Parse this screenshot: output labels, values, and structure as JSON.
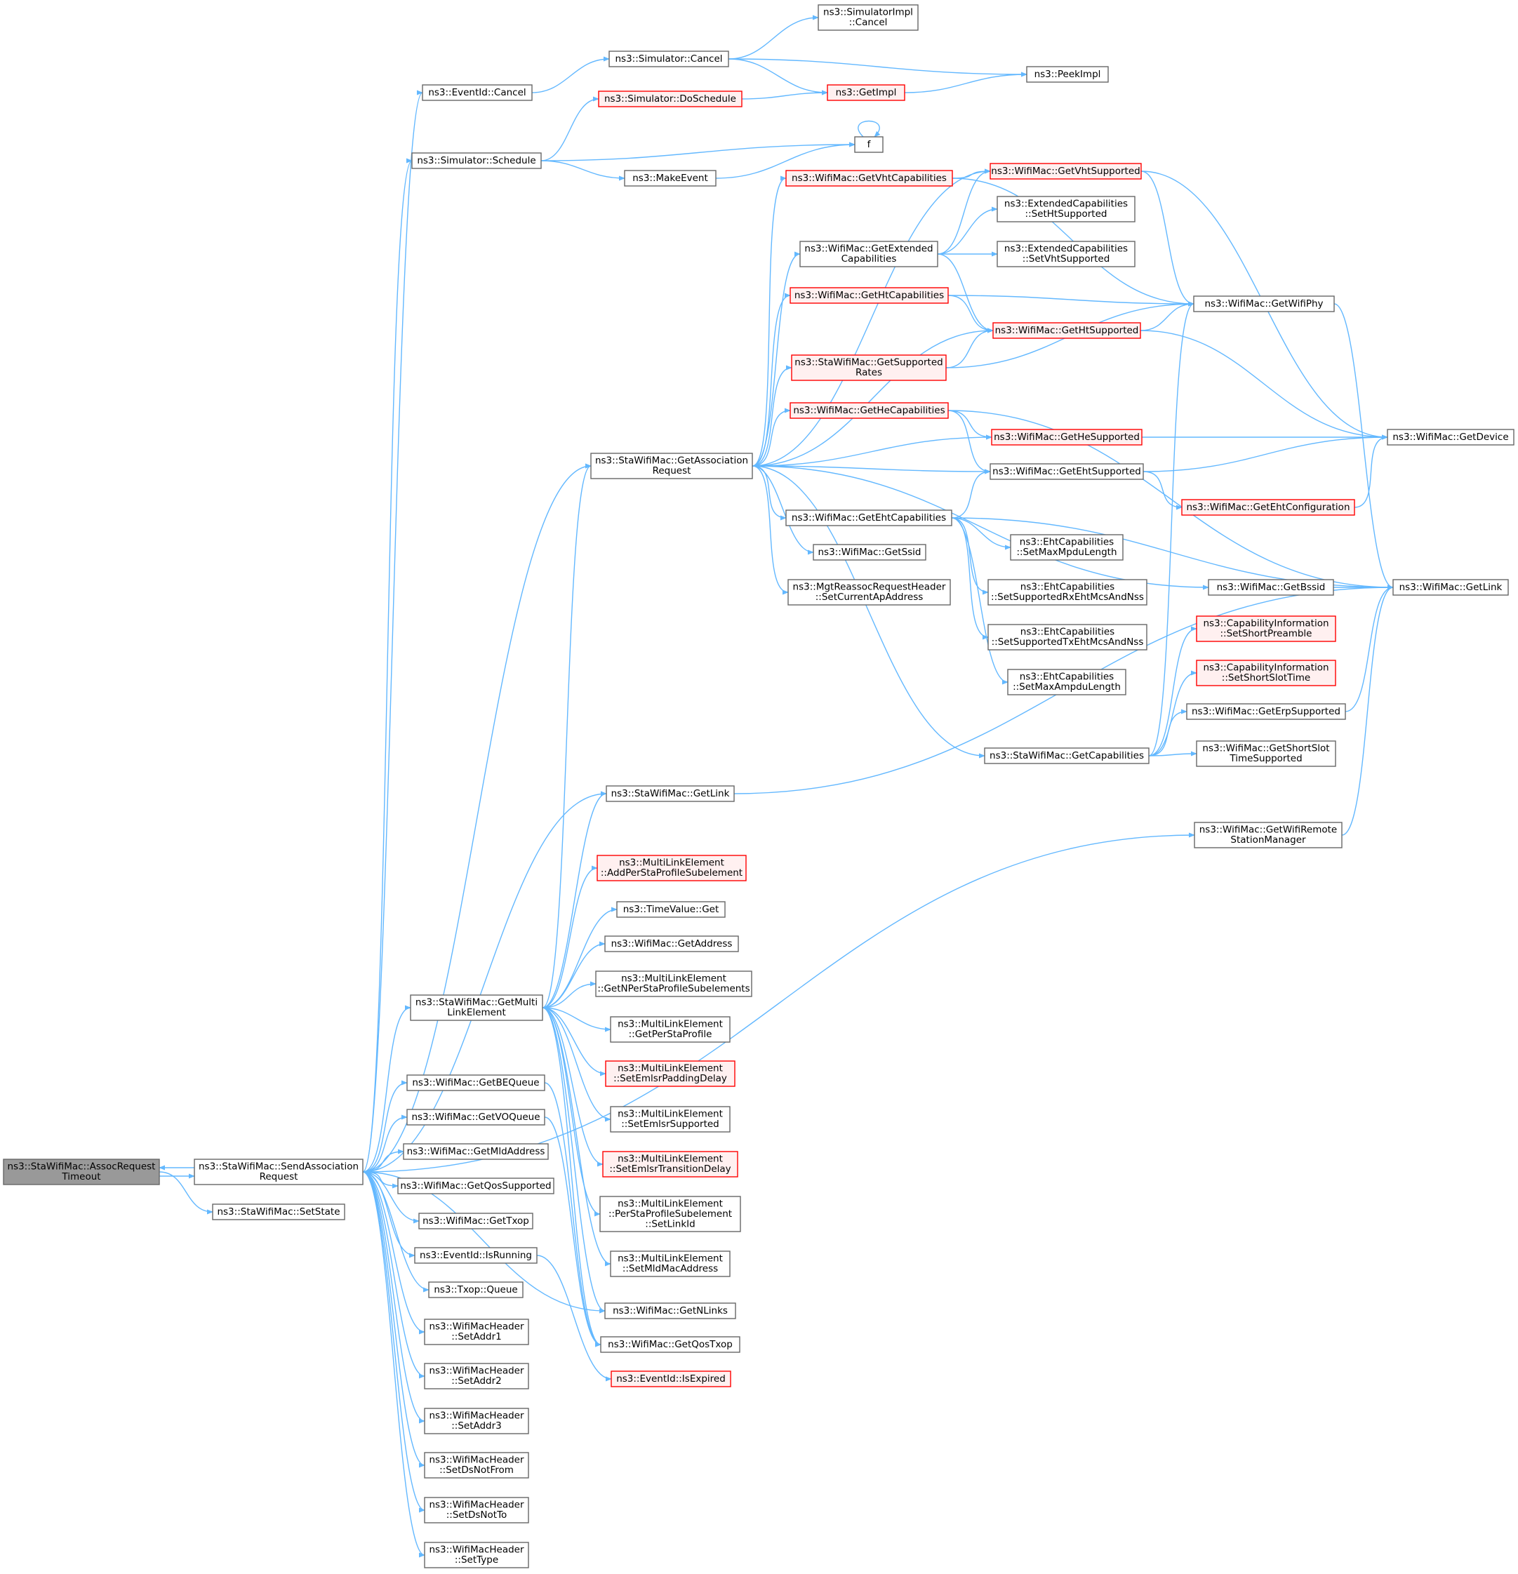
{
  "colors": {
    "edge": "#63b8ff",
    "normal_border": "#666666",
    "normal_fill": "#ffffff",
    "incomplete_border": "#ff0000",
    "incomplete_fill": "#fff0f0",
    "root_fill": "#999999",
    "root_border": "#666666"
  },
  "nodes": {
    "assoc_timeout": {
      "lines": [
        "ns3::StaWifiMac::AssocRequest",
        "Timeout"
      ],
      "style": "root"
    },
    "send_assoc": {
      "lines": [
        "ns3::StaWifiMac::SendAssociation",
        "Request"
      ],
      "style": "normal"
    },
    "set_state": {
      "lines": [
        "ns3::StaWifiMac::SetState"
      ],
      "style": "normal"
    },
    "eventid_cancel": {
      "lines": [
        "ns3::EventId::Cancel"
      ],
      "style": "normal"
    },
    "sim_cancel": {
      "lines": [
        "ns3::Simulator::Cancel"
      ],
      "style": "normal"
    },
    "simimpl_cancel": {
      "lines": [
        "ns3::SimulatorImpl",
        "::Cancel"
      ],
      "style": "normal"
    },
    "peekimpl": {
      "lines": [
        "ns3::PeekImpl"
      ],
      "style": "normal"
    },
    "getimpl": {
      "lines": [
        "ns3::GetImpl"
      ],
      "style": "red"
    },
    "sim_doschedule": {
      "lines": [
        "ns3::Simulator::DoSchedule"
      ],
      "style": "red"
    },
    "sim_schedule": {
      "lines": [
        "ns3::Simulator::Schedule"
      ],
      "style": "normal"
    },
    "f": {
      "lines": [
        "f"
      ],
      "style": "normal"
    },
    "makeevent": {
      "lines": [
        "ns3::MakeEvent"
      ],
      "style": "normal"
    },
    "get_vht_caps": {
      "lines": [
        "ns3::WifiMac::GetVhtCapabilities"
      ],
      "style": "red"
    },
    "get_vht_supp": {
      "lines": [
        "ns3::WifiMac::GetVhtSupported"
      ],
      "style": "red"
    },
    "ext_set_ht": {
      "lines": [
        "ns3::ExtendedCapabilities",
        "::SetHtSupported"
      ],
      "style": "normal"
    },
    "ext_set_vht": {
      "lines": [
        "ns3::ExtendedCapabilities",
        "::SetVhtSupported"
      ],
      "style": "normal"
    },
    "get_ext_caps": {
      "lines": [
        "ns3::WifiMac::GetExtended",
        "Capabilities"
      ],
      "style": "normal"
    },
    "get_ht_caps": {
      "lines": [
        "ns3::WifiMac::GetHtCapabilities"
      ],
      "style": "red"
    },
    "get_wifiphy": {
      "lines": [
        "ns3::WifiMac::GetWifiPhy"
      ],
      "style": "normal"
    },
    "get_ht_supp": {
      "lines": [
        "ns3::WifiMac::GetHtSupported"
      ],
      "style": "red"
    },
    "get_supp_rates": {
      "lines": [
        "ns3::StaWifiMac::GetSupported",
        "Rates"
      ],
      "style": "red"
    },
    "get_he_caps": {
      "lines": [
        "ns3::WifiMac::GetHeCapabilities"
      ],
      "style": "red"
    },
    "get_he_supp": {
      "lines": [
        "ns3::WifiMac::GetHeSupported"
      ],
      "style": "red"
    },
    "get_device": {
      "lines": [
        "ns3::WifiMac::GetDevice"
      ],
      "style": "normal"
    },
    "get_assoc_req": {
      "lines": [
        "ns3::StaWifiMac::GetAssociation",
        "Request"
      ],
      "style": "normal"
    },
    "get_eht_supp": {
      "lines": [
        "ns3::WifiMac::GetEhtSupported"
      ],
      "style": "normal"
    },
    "get_eht_conf": {
      "lines": [
        "ns3::WifiMac::GetEhtConfiguration"
      ],
      "style": "red"
    },
    "get_eht_caps": {
      "lines": [
        "ns3::WifiMac::GetEhtCapabilities"
      ],
      "style": "normal"
    },
    "eht_set_maxmpdu": {
      "lines": [
        "ns3::EhtCapabilities",
        "::SetMaxMpduLength"
      ],
      "style": "normal"
    },
    "get_ssid": {
      "lines": [
        "ns3::WifiMac::GetSsid"
      ],
      "style": "normal"
    },
    "eht_set_rx": {
      "lines": [
        "ns3::EhtCapabilities",
        "::SetSupportedRxEhtMcsAndNss"
      ],
      "style": "normal"
    },
    "mgt_reassoc": {
      "lines": [
        "ns3::MgtReassocRequestHeader",
        "::SetCurrentApAddress"
      ],
      "style": "normal"
    },
    "get_bssid": {
      "lines": [
        "ns3::WifiMac::GetBssid"
      ],
      "style": "normal"
    },
    "wifimac_getlink": {
      "lines": [
        "ns3::WifiMac::GetLink"
      ],
      "style": "normal"
    },
    "eht_set_tx": {
      "lines": [
        "ns3::EhtCapabilities",
        "::SetSupportedTxEhtMcsAndNss"
      ],
      "style": "normal"
    },
    "cap_set_shortpre": {
      "lines": [
        "ns3::CapabilityInformation",
        "::SetShortPreamble"
      ],
      "style": "red"
    },
    "eht_set_maxampdu": {
      "lines": [
        "ns3::EhtCapabilities",
        "::SetMaxAmpduLength"
      ],
      "style": "normal"
    },
    "cap_set_shortslot": {
      "lines": [
        "ns3::CapabilityInformation",
        "::SetShortSlotTime"
      ],
      "style": "red"
    },
    "get_erp_supp": {
      "lines": [
        "ns3::WifiMac::GetErpSupported"
      ],
      "style": "normal"
    },
    "get_capabilities": {
      "lines": [
        "ns3::StaWifiMac::GetCapabilities"
      ],
      "style": "normal"
    },
    "get_shortslot_supp": {
      "lines": [
        "ns3::WifiMac::GetShortSlot",
        "TimeSupported"
      ],
      "style": "normal"
    },
    "sta_getlink": {
      "lines": [
        "ns3::StaWifiMac::GetLink"
      ],
      "style": "normal"
    },
    "get_remote_sm": {
      "lines": [
        "ns3::WifiMac::GetWifiRemote",
        "StationManager"
      ],
      "style": "normal"
    },
    "ml_add_persta": {
      "lines": [
        "ns3::MultiLinkElement",
        "::AddPerStaProfileSubelement"
      ],
      "style": "red"
    },
    "timevalue_get": {
      "lines": [
        "ns3::TimeValue::Get"
      ],
      "style": "normal"
    },
    "get_address": {
      "lines": [
        "ns3::WifiMac::GetAddress"
      ],
      "style": "normal"
    },
    "ml_get_n_persta": {
      "lines": [
        "ns3::MultiLinkElement",
        "::GetNPerStaProfileSubelements"
      ],
      "style": "normal"
    },
    "get_multilink": {
      "lines": [
        "ns3::StaWifiMac::GetMulti",
        "LinkElement"
      ],
      "style": "normal"
    },
    "ml_get_persta": {
      "lines": [
        "ns3::MultiLinkElement",
        "::GetPerStaProfile"
      ],
      "style": "normal"
    },
    "ml_set_emlsr_pad": {
      "lines": [
        "ns3::MultiLinkElement",
        "::SetEmlsrPaddingDelay"
      ],
      "style": "red"
    },
    "get_be_queue": {
      "lines": [
        "ns3::WifiMac::GetBEQueue"
      ],
      "style": "normal"
    },
    "get_vo_queue": {
      "lines": [
        "ns3::WifiMac::GetVOQueue"
      ],
      "style": "normal"
    },
    "ml_set_emlsr_supp": {
      "lines": [
        "ns3::MultiLinkElement",
        "::SetEmlsrSupported"
      ],
      "style": "normal"
    },
    "get_mld_address": {
      "lines": [
        "ns3::WifiMac::GetMldAddress"
      ],
      "style": "normal"
    },
    "ml_set_emlsr_trans": {
      "lines": [
        "ns3::MultiLinkElement",
        "::SetEmlsrTransitionDelay"
      ],
      "style": "red"
    },
    "get_qos_supp": {
      "lines": [
        "ns3::WifiMac::GetQosSupported"
      ],
      "style": "normal"
    },
    "ml_persta_setlinkid": {
      "lines": [
        "ns3::MultiLinkElement",
        "::PerStaProfileSubelement",
        "::SetLinkId"
      ],
      "style": "normal"
    },
    "get_txop": {
      "lines": [
        "ns3::WifiMac::GetTxop"
      ],
      "style": "normal"
    },
    "eventid_isrunning": {
      "lines": [
        "ns3::EventId::IsRunning"
      ],
      "style": "normal"
    },
    "ml_set_mld_mac": {
      "lines": [
        "ns3::MultiLinkElement",
        "::SetMldMacAddress"
      ],
      "style": "normal"
    },
    "txop_queue": {
      "lines": [
        "ns3::Txop::Queue"
      ],
      "style": "normal"
    },
    "get_n_links": {
      "lines": [
        "ns3::WifiMac::GetNLinks"
      ],
      "style": "normal"
    },
    "hdr_set_addr1": {
      "lines": [
        "ns3::WifiMacHeader",
        "::SetAddr1"
      ],
      "style": "normal"
    },
    "get_qos_txop": {
      "lines": [
        "ns3::WifiMac::GetQosTxop"
      ],
      "style": "normal"
    },
    "eventid_isexpired": {
      "lines": [
        "ns3::EventId::IsExpired"
      ],
      "style": "red"
    },
    "hdr_set_addr2": {
      "lines": [
        "ns3::WifiMacHeader",
        "::SetAddr2"
      ],
      "style": "normal"
    },
    "hdr_set_addr3": {
      "lines": [
        "ns3::WifiMacHeader",
        "::SetAddr3"
      ],
      "style": "normal"
    },
    "hdr_set_dsnotfrom": {
      "lines": [
        "ns3::WifiMacHeader",
        "::SetDsNotFrom"
      ],
      "style": "normal"
    },
    "hdr_set_dsnotto": {
      "lines": [
        "ns3::WifiMacHeader",
        "::SetDsNotTo"
      ],
      "style": "normal"
    },
    "hdr_set_type": {
      "lines": [
        "ns3::WifiMacHeader",
        "::SetType"
      ],
      "style": "normal"
    }
  },
  "edges": [
    [
      "assoc_timeout",
      "send_assoc"
    ],
    [
      "send_assoc",
      "assoc_timeout"
    ],
    [
      "assoc_timeout",
      "set_state"
    ],
    [
      "send_assoc",
      "eventid_cancel"
    ],
    [
      "send_assoc",
      "sim_schedule"
    ],
    [
      "send_assoc",
      "get_assoc_req"
    ],
    [
      "send_assoc",
      "sta_getlink"
    ],
    [
      "send_assoc",
      "get_remote_sm"
    ],
    [
      "send_assoc",
      "get_multilink"
    ],
    [
      "send_assoc",
      "get_be_queue"
    ],
    [
      "send_assoc",
      "get_vo_queue"
    ],
    [
      "send_assoc",
      "get_mld_address"
    ],
    [
      "send_assoc",
      "get_qos_supp"
    ],
    [
      "send_assoc",
      "get_txop"
    ],
    [
      "send_assoc",
      "eventid_isrunning"
    ],
    [
      "send_assoc",
      "txop_queue"
    ],
    [
      "send_assoc",
      "hdr_set_addr1"
    ],
    [
      "send_assoc",
      "hdr_set_addr2"
    ],
    [
      "send_assoc",
      "hdr_set_addr3"
    ],
    [
      "send_assoc",
      "hdr_set_dsnotfrom"
    ],
    [
      "send_assoc",
      "hdr_set_dsnotto"
    ],
    [
      "send_assoc",
      "hdr_set_type"
    ],
    [
      "send_assoc",
      "get_n_links"
    ],
    [
      "eventid_cancel",
      "sim_cancel"
    ],
    [
      "sim_cancel",
      "simimpl_cancel"
    ],
    [
      "sim_cancel",
      "peekimpl"
    ],
    [
      "sim_cancel",
      "getimpl"
    ],
    [
      "getimpl",
      "peekimpl"
    ],
    [
      "sim_doschedule",
      "getimpl"
    ],
    [
      "sim_schedule",
      "sim_doschedule"
    ],
    [
      "sim_schedule",
      "f"
    ],
    [
      "sim_schedule",
      "makeevent"
    ],
    [
      "f",
      "f"
    ],
    [
      "makeevent",
      "f"
    ],
    [
      "get_assoc_req",
      "get_vht_caps"
    ],
    [
      "get_assoc_req",
      "get_vht_supp"
    ],
    [
      "get_assoc_req",
      "get_ext_caps"
    ],
    [
      "get_assoc_req",
      "get_ht_caps"
    ],
    [
      "get_assoc_req",
      "get_ht_supp"
    ],
    [
      "get_assoc_req",
      "get_supp_rates"
    ],
    [
      "get_assoc_req",
      "get_he_caps"
    ],
    [
      "get_assoc_req",
      "get_he_supp"
    ],
    [
      "get_assoc_req",
      "get_eht_supp"
    ],
    [
      "get_assoc_req",
      "get_eht_caps"
    ],
    [
      "get_assoc_req",
      "get_ssid"
    ],
    [
      "get_assoc_req",
      "mgt_reassoc"
    ],
    [
      "get_assoc_req",
      "get_bssid"
    ],
    [
      "get_assoc_req",
      "get_capabilities"
    ],
    [
      "get_vht_caps",
      "get_vht_supp"
    ],
    [
      "get_vht_caps",
      "get_wifiphy"
    ],
    [
      "get_vht_supp",
      "get_wifiphy"
    ],
    [
      "get_vht_supp",
      "get_device"
    ],
    [
      "get_ext_caps",
      "ext_set_ht"
    ],
    [
      "get_ext_caps",
      "ext_set_vht"
    ],
    [
      "get_ext_caps",
      "get_vht_supp"
    ],
    [
      "get_ext_caps",
      "get_ht_supp"
    ],
    [
      "get_ht_caps",
      "get_wifiphy"
    ],
    [
      "get_ht_caps",
      "get_ht_supp"
    ],
    [
      "get_ht_supp",
      "get_wifiphy"
    ],
    [
      "get_ht_supp",
      "get_device"
    ],
    [
      "get_supp_rates",
      "get_ht_supp"
    ],
    [
      "get_supp_rates",
      "get_wifiphy"
    ],
    [
      "get_he_caps",
      "get_he_supp"
    ],
    [
      "get_he_caps",
      "get_eht_supp"
    ],
    [
      "get_he_caps",
      "wifimac_getlink"
    ],
    [
      "get_he_supp",
      "get_device"
    ],
    [
      "get_eht_supp",
      "get_device"
    ],
    [
      "get_eht_supp",
      "get_eht_conf"
    ],
    [
      "get_eht_conf",
      "get_device"
    ],
    [
      "get_eht_caps",
      "get_eht_supp"
    ],
    [
      "get_eht_caps",
      "eht_set_maxmpdu"
    ],
    [
      "get_eht_caps",
      "eht_set_rx"
    ],
    [
      "get_eht_caps",
      "eht_set_tx"
    ],
    [
      "get_eht_caps",
      "eht_set_maxampdu"
    ],
    [
      "get_eht_caps",
      "wifimac_getlink"
    ],
    [
      "get_wifiphy",
      "wifimac_getlink"
    ],
    [
      "get_bssid",
      "wifimac_getlink"
    ],
    [
      "get_capabilities",
      "get_wifiphy"
    ],
    [
      "get_capabilities",
      "cap_set_shortpre"
    ],
    [
      "get_capabilities",
      "cap_set_shortslot"
    ],
    [
      "get_capabilities",
      "get_erp_supp"
    ],
    [
      "get_capabilities",
      "get_shortslot_supp"
    ],
    [
      "get_erp_supp",
      "wifimac_getlink"
    ],
    [
      "sta_getlink",
      "wifimac_getlink"
    ],
    [
      "get_remote_sm",
      "wifimac_getlink"
    ],
    [
      "get_multilink",
      "get_assoc_req"
    ],
    [
      "get_multilink",
      "sta_getlink"
    ],
    [
      "get_multilink",
      "ml_add_persta"
    ],
    [
      "get_multilink",
      "timevalue_get"
    ],
    [
      "get_multilink",
      "get_address"
    ],
    [
      "get_multilink",
      "ml_get_n_persta"
    ],
    [
      "get_multilink",
      "ml_get_persta"
    ],
    [
      "get_multilink",
      "ml_set_emlsr_pad"
    ],
    [
      "get_multilink",
      "ml_set_emlsr_supp"
    ],
    [
      "get_multilink",
      "ml_set_emlsr_trans"
    ],
    [
      "get_multilink",
      "ml_persta_setlinkid"
    ],
    [
      "get_multilink",
      "ml_set_mld_mac"
    ],
    [
      "get_multilink",
      "get_n_links"
    ],
    [
      "get_multilink",
      "get_qos_txop"
    ],
    [
      "get_be_queue",
      "get_qos_txop"
    ],
    [
      "get_vo_queue",
      "get_qos_txop"
    ],
    [
      "eventid_isrunning",
      "eventid_isexpired"
    ]
  ]
}
